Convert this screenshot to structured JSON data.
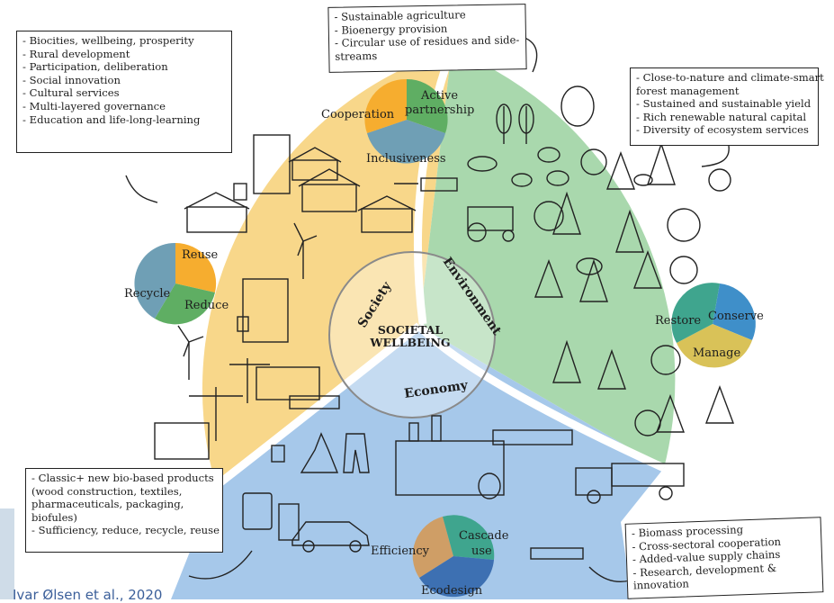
{
  "center": {
    "line1": "SOCIETAL",
    "line2": "WELLBEING"
  },
  "sectors": {
    "society": "Society",
    "environment": "Environment",
    "economy": "Economy"
  },
  "wheels": {
    "society_top": {
      "a": "Active",
      "b": "partnership",
      "c": "Cooperation",
      "d": "Inclusiveness"
    },
    "society_left": {
      "a": "Reuse",
      "b": "Recycle",
      "c": "Reduce"
    },
    "environment": {
      "a": "Conserve",
      "b": "Restore",
      "c": "Manage"
    },
    "economy": {
      "a": "Efficiency",
      "b": "Cascade",
      "c": "use",
      "d": "Ecodesign"
    }
  },
  "notes": {
    "top_left": [
      "- Biocities, wellbeing, prosperity",
      "- Rural development",
      "- Participation, deliberation",
      "- Social innovation",
      "- Cultural services",
      "- Multi-layered governance",
      "- Education and life-long-learning"
    ],
    "top_center": [
      "- Sustainable agriculture",
      "- Bioenergy provision",
      "- Circular use of residues and side-",
      "streams"
    ],
    "top_right": [
      "- Close-to-nature and climate-smart",
      "forest management",
      "- Sustained and sustainable yield",
      "- Rich renewable natural capital",
      "- Diversity of ecosystem services"
    ],
    "bottom_left": [
      "- Classic+ new bio-based products",
      "(wood construction, textiles,",
      "pharmaceuticals, packaging,",
      "biofules)",
      "- Sufficiency, reduce, recycle, reuse"
    ],
    "bottom_right": [
      "- Biomass processing",
      "- Cross-sectoral cooperation",
      "- Added-value supply chains",
      "- Research, development &",
      "innovation"
    ]
  },
  "corner_text": "Ivar Ølsen et al., 2020",
  "colors": {
    "society": "#f8d78a",
    "environment": "#a9d8ad",
    "economy": "#a6c8ea",
    "orange": "#f6ad2f",
    "green": "#5fae63",
    "steel": "#6f9fb5",
    "blue": "#3f8fc9",
    "gold": "#d9c258",
    "tan": "#cf9e66",
    "teal": "#3fa58e",
    "navy": "#3d70b2"
  }
}
